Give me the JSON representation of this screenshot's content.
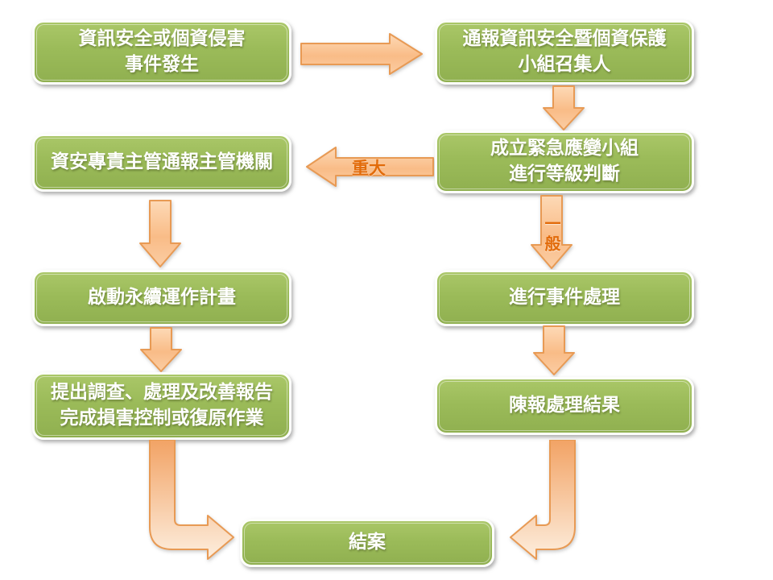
{
  "diagram_type": "flowchart",
  "colors": {
    "node_fill": "#9bbb59",
    "node_border": "#fdfefb",
    "node_text": "#ffffff",
    "arrow_fill_light": "#fdd9b6",
    "arrow_fill_dark": "#f9bc87",
    "arrow_border": "#e89a54",
    "branch_label_text": "#e26b0a",
    "background": "#ffffff"
  },
  "nodes": {
    "incident": {
      "line1": "資訊安全或個資侵害",
      "line2": "事件發生"
    },
    "notify_convener": {
      "line1": "通報資訊安全暨個資保護",
      "line2": "小組召集人"
    },
    "report_authority": {
      "line1": "資安專責主管通報主管機關"
    },
    "emergency_team": {
      "line1": "成立緊急應變小組",
      "line2": "進行等級判斷"
    },
    "continuity_plan": {
      "line1": "啟動永續運作計畫"
    },
    "handle_incident": {
      "line1": "進行事件處理"
    },
    "report_improvement": {
      "line1": "提出調查、處理及改善報告",
      "line2": "完成損害控制或復原作業"
    },
    "report_result": {
      "line1": "陳報處理結果"
    },
    "close_case": {
      "line1": "結案"
    }
  },
  "branch_labels": {
    "major": "重大",
    "general": "一般"
  },
  "edges": [
    {
      "from": "incident",
      "to": "notify_convener",
      "label": ""
    },
    {
      "from": "notify_convener",
      "to": "emergency_team",
      "label": ""
    },
    {
      "from": "emergency_team",
      "to": "report_authority",
      "label": "重大"
    },
    {
      "from": "emergency_team",
      "to": "handle_incident",
      "label": "一般"
    },
    {
      "from": "report_authority",
      "to": "continuity_plan",
      "label": ""
    },
    {
      "from": "continuity_plan",
      "to": "report_improvement",
      "label": ""
    },
    {
      "from": "handle_incident",
      "to": "report_result",
      "label": ""
    },
    {
      "from": "report_improvement",
      "to": "close_case",
      "label": ""
    },
    {
      "from": "report_result",
      "to": "close_case",
      "label": ""
    }
  ]
}
